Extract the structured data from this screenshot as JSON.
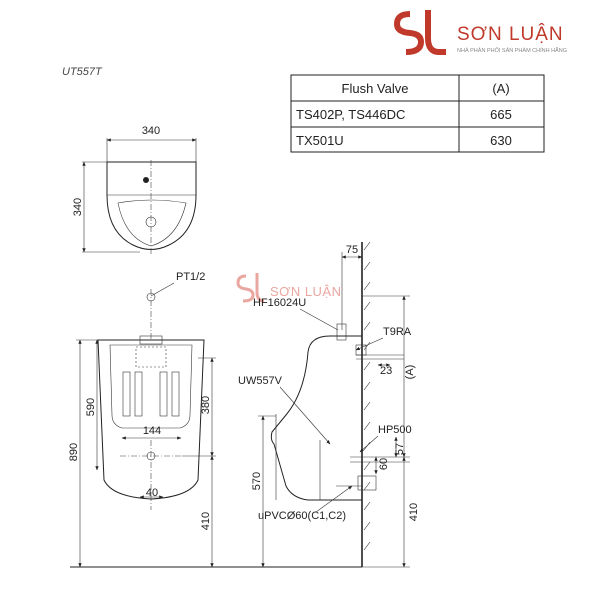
{
  "brand": {
    "name": "SƠN LUẬN",
    "tagline": "NHÀ PHÂN PHỐI SẢN PHẨM CHÍNH HÃNG",
    "logo_color": "#c0392b"
  },
  "model": "UT557T",
  "table": {
    "headers": [
      "Flush Valve",
      "(A)"
    ],
    "rows": [
      [
        "TS402P, TS446DC",
        "665"
      ],
      [
        "TX501U",
        "630"
      ]
    ]
  },
  "top_view": {
    "width": "340",
    "depth": "340"
  },
  "front_view": {
    "pipe": "PT1/2",
    "total_height": "890",
    "upper_height": "590",
    "outlet_height": "380",
    "outlet_spacing": "144",
    "bottom_width": "40",
    "floor_clearance": "410"
  },
  "side_view": {
    "watermark": "SƠN LUẬN",
    "wall_offset": "75",
    "valve": "HF16024U",
    "spud": "T9RA",
    "spud_offset": "23",
    "a_label": "(A)",
    "urinal": "UW557V",
    "trap": "HP500",
    "trap_a": "57",
    "trap_b": "60",
    "rim_height": "570",
    "pipe": "uPVCØ60(C1,C2)",
    "floor_clearance": "410"
  }
}
